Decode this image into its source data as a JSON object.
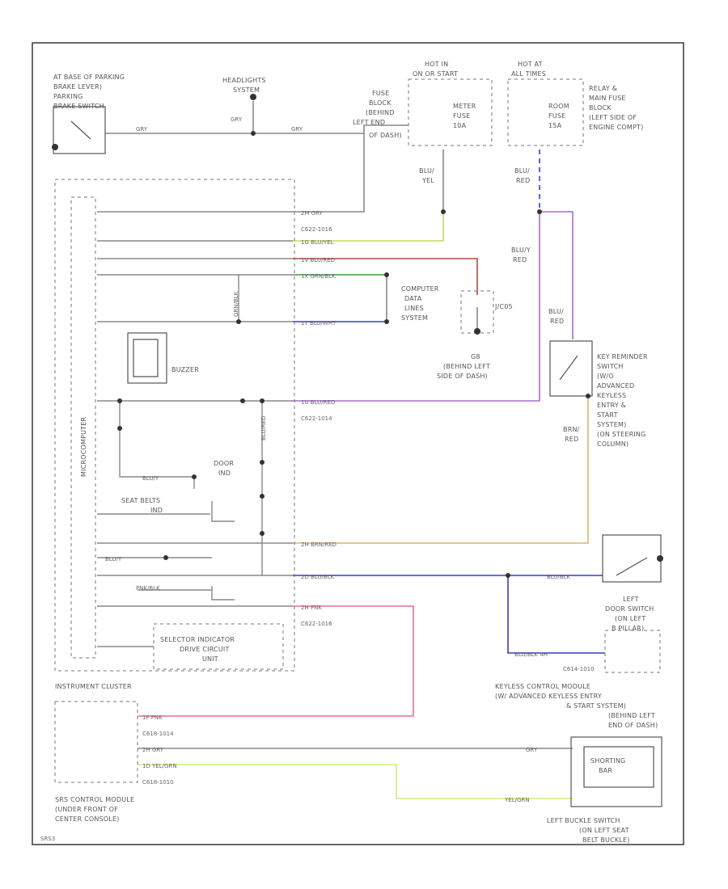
{
  "labels": {
    "parking_loc_1": "AT BASE OF PARKING",
    "parking_loc_2": "BRAKE LEVER)",
    "parking_loc_3": "PARKING",
    "parking_loc_4": "BRAKE SWITCH",
    "headlights_1": "HEADLIGHTS",
    "headlights_2": "SYSTEM",
    "hot_run_1": "HOT IN",
    "hot_run_2": "ON OR START",
    "hot_all_1": "HOT AT",
    "hot_all_2": "ALL TIMES",
    "fuse_block_1": "FUSE",
    "fuse_block_2": "BLOCK",
    "fuse_block_3": "(BEHIND",
    "fuse_block_4": "LEFT END",
    "fuse_block_5": "OF DASH)",
    "meter_fuse_1": "METER",
    "meter_fuse_2": "FUSE",
    "meter_fuse_3": "10A",
    "room_fuse_1": "ROOM",
    "room_fuse_2": "FUSE",
    "room_fuse_3": "15A",
    "relay_1": "RELAY &",
    "relay_2": "MAIN FUSE",
    "relay_3": "BLOCK",
    "relay_4": "(LEFT SIDE OF",
    "relay_5": "ENGINE COMPT)",
    "blu_yel_1": "BLU/",
    "blu_yel_2": "YEL",
    "blu_red_1": "BLU/",
    "blu_red_2": "RED",
    "computer_1": "COMPUTER",
    "computer_2": "DATA",
    "computer_3": "LINES",
    "computer_4": "SYSTEM",
    "jc_1": "J/C05",
    "ground_1": "G8",
    "ground_2": "(BEHIND LEFT",
    "ground_3": "SIDE OF DASH)",
    "buzzer": "BUZZER",
    "key_rem_1": "KEY REMINDER",
    "key_rem_2": "SWITCH",
    "key_rem_3": "(W/O",
    "key_rem_4": "ADVANCED",
    "key_rem_5": "KEYLESS",
    "key_rem_6": "ENTRY &",
    "key_rem_7": "START",
    "key_rem_8": "SYSTEM)",
    "key_rem_9": "(ON STEERING",
    "key_rem_10": "COLUMN)",
    "brn_red_1": "BRN/",
    "brn_red_2": "RED",
    "door_1": "DOOR",
    "door_2": "IND",
    "seat_belts_1": "SEAT BELTS",
    "seat_belts_2": "IND",
    "vertical_cluster": "MICROCOMPUTER",
    "selector_1": "SELECTOR INDICATOR",
    "selector_2": "DRIVE CIRCUIT",
    "selector_3": "UNIT",
    "instrument_cluster": "INSTRUMENT CLUSTER",
    "left_door_1": "LEFT",
    "left_door_2": "DOOR SWITCH",
    "left_door_3": "(ON LEFT",
    "left_door_4": "B PILLAR)",
    "keyless_1": "KEYLESS CONTROL MODULE",
    "keyless_2": "(W/ ADVANCED KEYLESS ENTRY",
    "keyless_3": "& START SYSTEM)",
    "keyless_4": "(BEHIND LEFT",
    "keyless_5": "END OF DASH)",
    "srs_1": "SRS CONTROL MODULE",
    "srs_2": "(UNDER FRONT OF",
    "srs_3": "CENTER CONSOLE)",
    "shorting_1": "SHORTING",
    "shorting_2": "BAR",
    "buckle_1": "LEFT BUCKLE SWITCH",
    "buckle_2": "(ON LEFT SEAT",
    "buckle_3": "BELT BUCKLE)",
    "footer": "SRS3"
  },
  "wires": {
    "gry": "GRY",
    "gry2": "GRY",
    "gry3": "GRY",
    "c1": "2M GRY",
    "c2": "1G BLU/YEL",
    "c3": "1V BLU/RED",
    "c4": "1X GRN/BLK",
    "c5": "1Y BLU/WHT",
    "c6": "1U BLU/RED",
    "c7": "2H BRN/RED",
    "c8": "2D BLU/BLK",
    "c9": "2H PNK",
    "s1": "1F PNK",
    "s2": "2H GRY",
    "s3": "1D YEL/GRN",
    "gry_right": "GRY",
    "yel_grn_right": "YEL/GRN",
    "blu_blk_right": "BLU/BLK",
    "blu_blk_lower": "BLU/BLK  4H",
    "conn_a": "C622-1016",
    "conn_b": "C622-1014",
    "conn_c": "C622-1016",
    "conn_d": "C618-1014",
    "conn_e": "C618-1010",
    "conn_f": "C614-1010",
    "grn_blk_v": "GRN/BLK",
    "blu_red_v": "BLU/RED",
    "bluy_v": "BLU/Y",
    "door_lbl": "BLU/Y",
    "pink_lbl": "PNK/BLK"
  },
  "colors": {
    "gray": "#888888",
    "yellow_green": "#c8d95a",
    "red_brown": "#b24a3a",
    "green": "#3aa23a",
    "blue": "#3a3ad0",
    "purple": "#a86ad6",
    "tan": "#d9b26a",
    "pink": "#ee6f8a",
    "lime": "#c9f07a"
  }
}
